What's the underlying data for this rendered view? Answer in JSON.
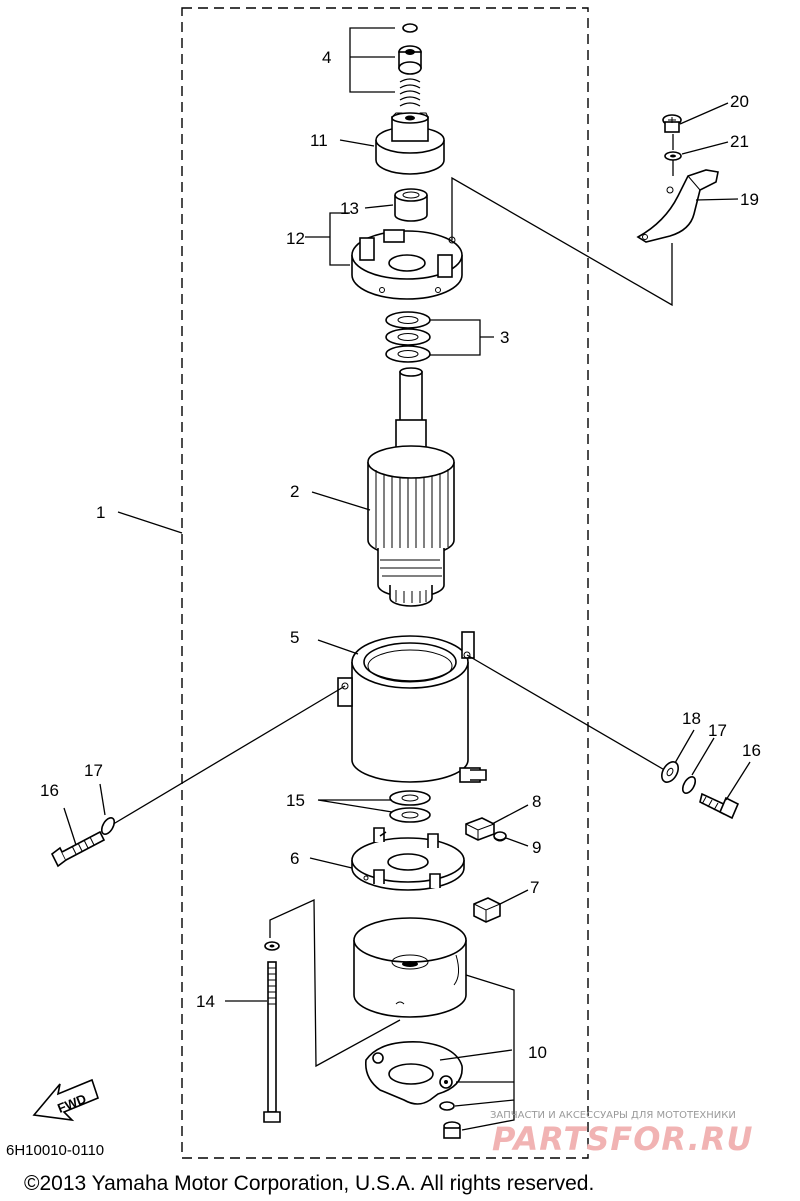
{
  "callouts": {
    "c1": "1",
    "c2": "2",
    "c3": "3",
    "c4": "4",
    "c5": "5",
    "c6": "6",
    "c7": "7",
    "c8": "8",
    "c9": "9",
    "c10": "10",
    "c11": "11",
    "c12": "12",
    "c13": "13",
    "c14": "14",
    "c15": "15",
    "c16a": "16",
    "c16b": "16",
    "c17a": "17",
    "c17b": "17",
    "c18": "18",
    "c19": "19",
    "c20": "20",
    "c21": "21"
  },
  "fwd_label": "FWD",
  "diagram_code": "6H10010-0110",
  "copyright": "©2013 Yamaha Motor Corporation, U.S.A. All rights reserved.",
  "watermark": {
    "tagline": "ЗАПЧАСТИ И АКСЕССУАРЫ ДЛЯ МОТОТЕХНИКИ",
    "brand": "PARTSFOR.RU"
  }
}
